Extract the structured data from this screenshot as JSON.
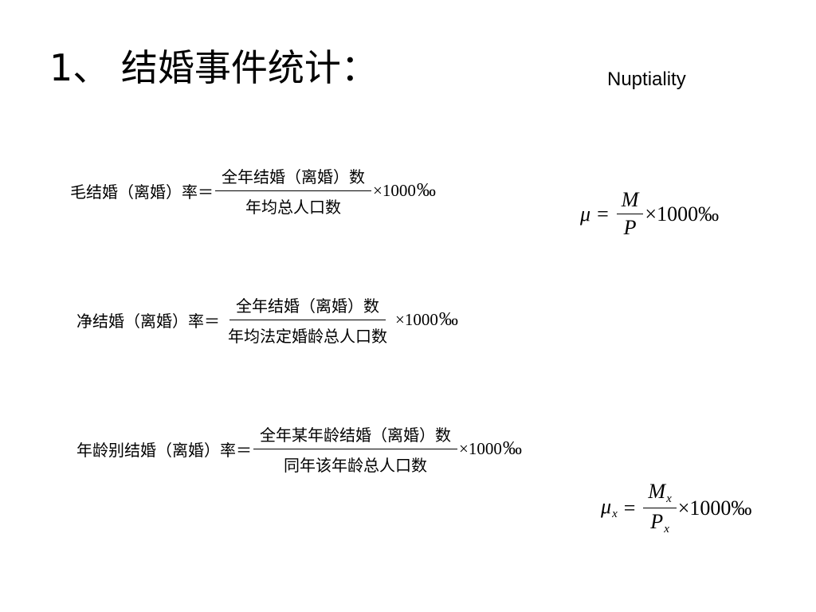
{
  "slide": {
    "title": "1、 结婚事件统计：",
    "subtitle": "Nuptiality"
  },
  "formulas": [
    {
      "lhs": "毛结婚（离婚）率＝",
      "numerator": "全年结婚（离婚）数",
      "denominator": "年均总人口数",
      "multiplier": "×1000",
      "unit": "‰"
    },
    {
      "lhs": "净结婚（离婚）率＝",
      "numerator": "全年结婚（离婚）数",
      "denominator": "年均法定婚龄总人口数",
      "multiplier": "×1000",
      "unit": "‰"
    },
    {
      "lhs": "年龄别结婚（离婚）率＝",
      "numerator": "全年某年龄结婚（离婚）数",
      "denominator": "同年该年龄总人口数",
      "multiplier": "×1000",
      "unit": "‰"
    }
  ],
  "symbolic": [
    {
      "lhs": "μ",
      "equals": "=",
      "numerator": "M",
      "denominator": "P",
      "multiplier": "×1000‰"
    },
    {
      "lhs": "μ",
      "lhs_sub": "x",
      "equals": "=",
      "numerator": "M",
      "numerator_sub": "x",
      "denominator": "P",
      "denominator_sub": "x",
      "multiplier": "×1000‰"
    }
  ]
}
